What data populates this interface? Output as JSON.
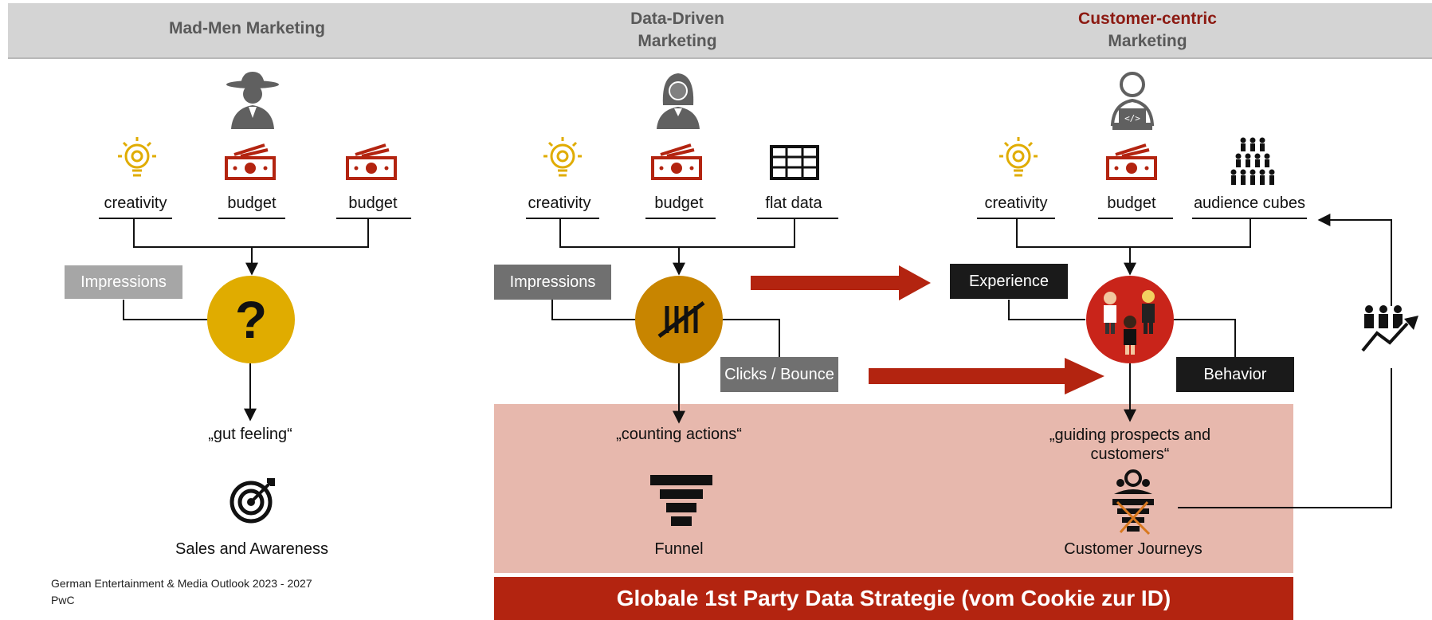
{
  "header": {
    "col1_title": "Mad-Men Marketing",
    "col2_title_line1": "Data-Driven",
    "col2_title_line2": "Marketing",
    "col3_title_line1": "Customer-centric",
    "col3_title_line2": "Marketing"
  },
  "mad_men": {
    "input1": "creativity",
    "input2": "budget",
    "input3": "budget",
    "side_input": "Impressions",
    "hub_symbol": "?",
    "result": "„gut feeling“",
    "outcome": "Sales and Awareness"
  },
  "data_driven": {
    "input1": "creativity",
    "input2": "budget",
    "input3": "flat data",
    "side_input": "Impressions",
    "side_output": "Clicks / Bounce",
    "result": "„counting actions“",
    "outcome": "Funnel"
  },
  "customer_centric": {
    "input1": "creativity",
    "input2": "budget",
    "input3": "audience cubes",
    "side_input": "Experience",
    "side_output": "Behavior",
    "result_line1": "„guiding prospects and",
    "result_line2": "customers“",
    "outcome": "Customer Journeys"
  },
  "banner": {
    "text": "Globale 1st Party Data Strategie (vom Cookie zur ID)"
  },
  "footer": {
    "line1": "German Entertainment & Media Outlook 2023 - 2027",
    "line2": "PwC"
  },
  "colors": {
    "header_bg": "#d4d4d4",
    "accent_red": "#b32410",
    "dark_red_title": "#8c1a12",
    "gold": "#e0ac00",
    "orange_hub": "#c88500",
    "red_hub": "#c9241a",
    "pink_panel": "#e7b8ad",
    "grey_chip": "#a6a6a6",
    "dark_grey_chip": "#707070",
    "black_chip": "#1a1a1a"
  },
  "icons": [
    "cowboy-icon",
    "businesswoman-icon",
    "developer-icon",
    "lightbulb-icon",
    "money-icon",
    "grid-icon",
    "people-pyramid-icon",
    "target-icon",
    "funnel-icon",
    "journey-icon",
    "growth-icon",
    "tally-icon",
    "question-mark-icon"
  ]
}
